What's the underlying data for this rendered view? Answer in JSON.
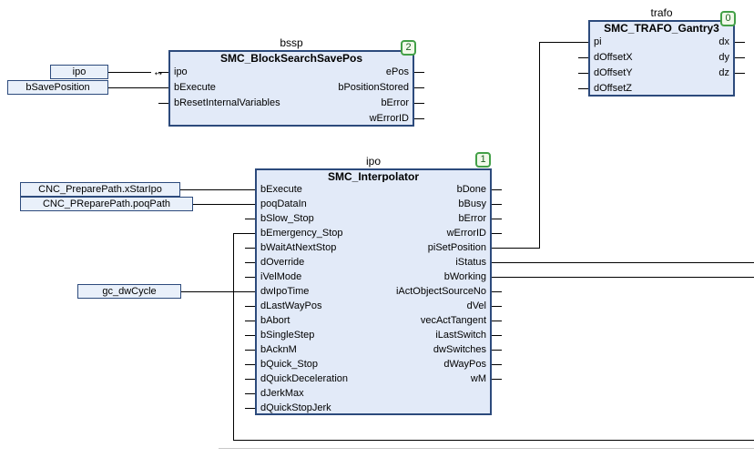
{
  "blocks": [
    {
      "instance": "bssp",
      "type": "SMC_BlockSearchSavePos",
      "badge": "2",
      "inputs": [
        "ipo",
        "bExecute",
        "bResetInternalVariables"
      ],
      "outputs": [
        "ePos",
        "bPositionStored",
        "bError",
        "wErrorID"
      ]
    },
    {
      "instance": "ipo",
      "type": "SMC_Interpolator",
      "badge": "1",
      "inputs": [
        "bExecute",
        "poqDataIn",
        "bSlow_Stop",
        "bEmergency_Stop",
        "bWaitAtNextStop",
        "dOverride",
        "iVelMode",
        "dwIpoTime",
        "dLastWayPos",
        "bAbort",
        "bSingleStep",
        "bAcknM",
        "bQuick_Stop",
        "dQuickDeceleration",
        "dJerkMax",
        "dQuickStopJerk"
      ],
      "outputs": [
        "bDone",
        "bBusy",
        "bError",
        "wErrorID",
        "piSetPosition",
        "iStatus",
        "bWorking",
        "iActObjectSourceNo",
        "dVel",
        "vecActTangent",
        "iLastSwitch",
        "dwSwitches",
        "dWayPos",
        "wM"
      ]
    },
    {
      "instance": "trafo",
      "type": "SMC_TRAFO_Gantry3",
      "badge": "0",
      "inputs": [
        "pi",
        "dOffsetX",
        "dOffsetY",
        "dOffsetZ"
      ],
      "outputs": [
        "dx",
        "dy",
        "dz"
      ]
    }
  ],
  "variable_boxes": [
    {
      "label": "ipo"
    },
    {
      "label": "bSavePosition"
    },
    {
      "label": "CNC_PreparePath.xStarIpo"
    },
    {
      "label": "CNC_PReparePath.poqPath"
    },
    {
      "label": "gc_dwCycle"
    }
  ],
  "symbols": {
    "inout_marker": "↔"
  },
  "colors": {
    "block_fill": "#e2eaf8",
    "block_border": "#2c4a7c",
    "badge_border": "#43a047",
    "badge_fill": "#f1f9ea",
    "badge_text": "#1b5e20",
    "line": "#000000"
  }
}
